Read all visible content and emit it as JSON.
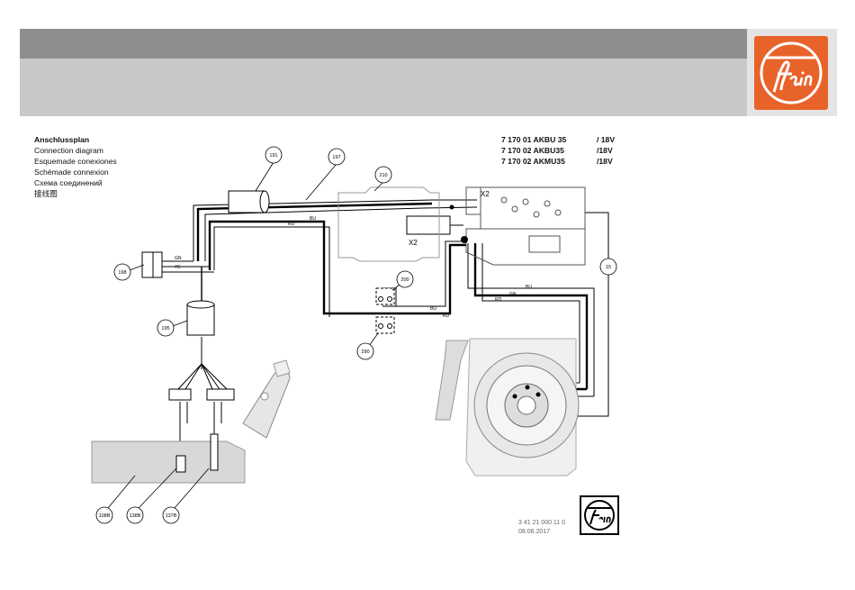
{
  "header": {
    "logo_text": "fein"
  },
  "titles": {
    "de": "Anschlussplan",
    "en": "Connection diagram",
    "es": "Esquemade conexiones",
    "fr": "Schémade connexion",
    "ru": "Схема соединений",
    "zh": "接线图"
  },
  "models": [
    {
      "number": "7 170 01 AKBU 35",
      "voltage": "/ 18V"
    },
    {
      "number": "7 170 02 AKBU35",
      "voltage": "/18V"
    },
    {
      "number": "7 170 02 AKMU35",
      "voltage": "/18V"
    }
  ],
  "callouts": {
    "c191": "191",
    "c197": "197",
    "c210": "210",
    "c198": "198",
    "c195": "195",
    "c200": "200",
    "c290": "290",
    "c15": "15",
    "c108": "108B",
    "c138": "138B",
    "c137": "137B"
  },
  "wire_labels": {
    "bu1": "BU",
    "rd1": "RD",
    "gn": "GN",
    "ye": "YE",
    "bu2": "BU",
    "rd2": "RD",
    "bu3": "BU",
    "gn2": "GN",
    "rd3": "RD",
    "x2_top": "X2",
    "x2_mid": "X2"
  },
  "footer": {
    "doc_number": "3 41 21 000 11 0",
    "date": "08.06.2017",
    "stamp_text": "fein"
  },
  "colors": {
    "brand_orange": "#e8632a",
    "band_dark": "#8e8e8e",
    "band_light": "#c8c8c8"
  }
}
